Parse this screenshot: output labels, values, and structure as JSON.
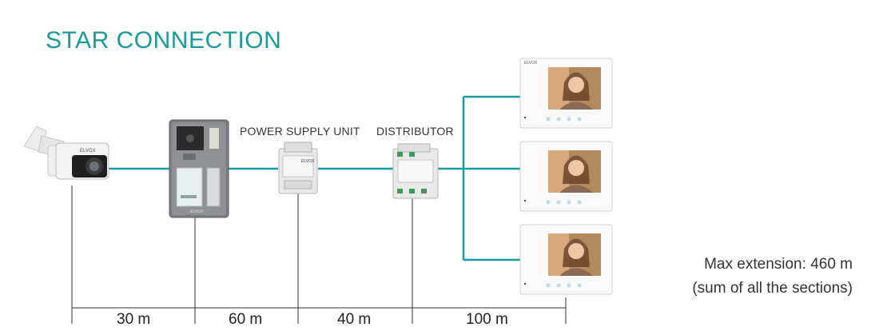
{
  "title": "STAR CONNECTION",
  "device_labels": {
    "power_supply": "POWER SUPPLY UNIT",
    "distributor": "DISTRIBUTOR"
  },
  "brand_marks": {
    "camera": "ELVOX",
    "door_panel": "ELVOX",
    "power_supply": "ELVOX",
    "monitor": "ELVOX"
  },
  "segments": [
    "30 m",
    "60 m",
    "40 m",
    "100 m"
  ],
  "note": {
    "line1_prefix": "Max extension:",
    "line1_value": "460 m",
    "line2": "(sum of all the sections)"
  },
  "colors": {
    "title": "#1a9b9b",
    "wire": "#1a9b9b",
    "measure_line": "#333333"
  }
}
